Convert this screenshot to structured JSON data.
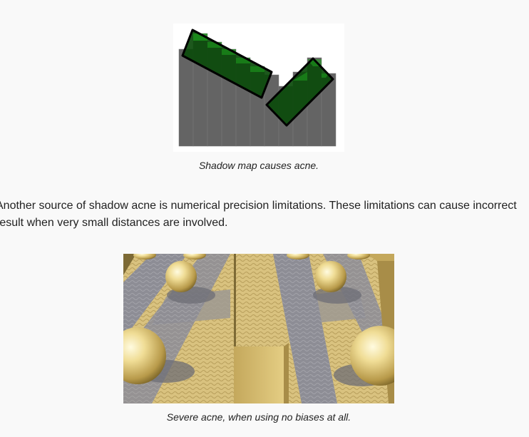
{
  "figures": [
    {
      "caption": "Shadow map causes acne."
    },
    {
      "caption": "Severe acne, when using no biases at all."
    }
  ],
  "paragraph": {
    "line1": "Another source of shadow acne is numerical precision limitations. These limitations can cause incorrect",
    "line2": "result when very small distances are involved."
  },
  "colors": {
    "background": "#f9f9f9",
    "bar_gray": "#646464",
    "green_fill": "#0a4a0a",
    "green_highlight": "#1fa31f",
    "sand": "#d9c27f",
    "shadow": "#8d8d95"
  }
}
